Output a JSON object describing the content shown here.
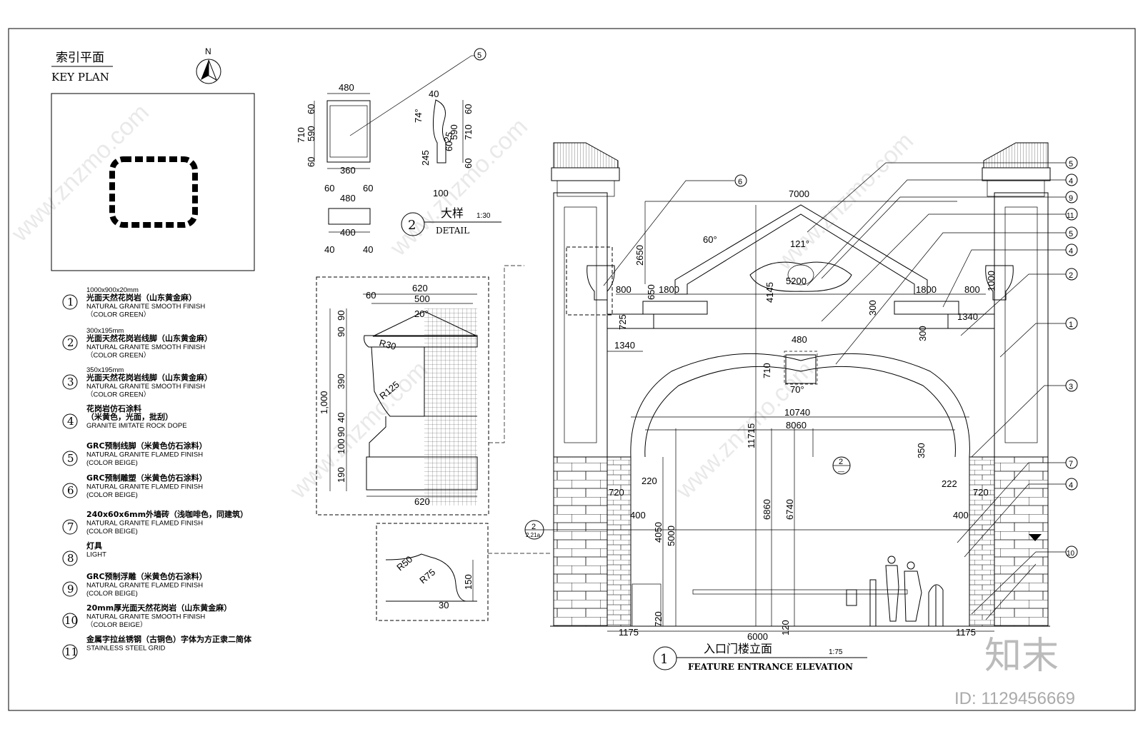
{
  "key_plan": {
    "title_cn": "索引平面",
    "title_en": "KEY PLAN",
    "north": "N"
  },
  "legend": [
    {
      "num": "1",
      "l1": "1000x900x20mm",
      "l2": "光面天然花岗岩（山东黄金麻）",
      "l3": "NATURAL GRANITE SMOOTH FINISH",
      "l4": "（COLOR GREEN）"
    },
    {
      "num": "2",
      "l1": "300x195mm",
      "l2": "光面天然花岗岩线脚（山东黄金麻）",
      "l3": "NATURAL GRANITE SMOOTH FINISH",
      "l4": "（COLOR GREEN）"
    },
    {
      "num": "3",
      "l1": "350x195mm",
      "l2": "光面天然花岗岩线脚（山东黄金麻）",
      "l3": "NATURAL GRANITE SMOOTH FINISH",
      "l4": "（COLOR GREEN）"
    },
    {
      "num": "4",
      "l1": "花岗岩仿石涂料",
      "l2": "（米黄色，光面，批刮）",
      "l3": "GRANITE IMITATE ROCK DOPE",
      "l4": ""
    },
    {
      "num": "5",
      "l1": "GRC预制线脚（米黄色仿石涂料）",
      "l2": "NATURAL GRANITE FLAMED FINISH",
      "l3": "(COLOR BEIGE)",
      "l4": ""
    },
    {
      "num": "6",
      "l1": "GRC预制雕塑（米黄色仿石涂料）",
      "l2": "NATURAL GRANITE FLAMED FINISH",
      "l3": "(COLOR BEIGE)",
      "l4": ""
    },
    {
      "num": "7",
      "l1": "240x60x6mm外墙砖（浅咖啡色，同建筑）",
      "l2": "NATURAL GRANITE FLAMED FINISH",
      "l3": "(COLOR BEIGE)",
      "l4": ""
    },
    {
      "num": "8",
      "l1": "灯具",
      "l2": "LIGHT",
      "l3": "",
      "l4": ""
    },
    {
      "num": "9",
      "l1": "GRC预制浮雕（米黄色仿石涂料）",
      "l2": "NATURAL GRANITE FLAMED FINISH",
      "l3": "(COLOR BEIGE)",
      "l4": ""
    },
    {
      "num": "10",
      "l1": "20mm厚光面天然花岗岩（山东黄金麻）",
      "l2": "NATURAL GRANITE SMOOTH FINISH",
      "l3": "（COLOR BEIGE）",
      "l4": ""
    },
    {
      "num": "11",
      "l1": "金属字拉丝锈钢（古铜色）字体为方正隶二简体",
      "l2": "STAINLESS STEEL GRID",
      "l3": "",
      "l4": ""
    }
  ],
  "detail_2": {
    "num": "2",
    "title_cn": "大样",
    "title_en": "DETAIL",
    "scale": "1:30"
  },
  "elevation": {
    "num": "1",
    "title_cn": "入口门楼立面",
    "title_en": "FEATURE ENTRANCE ELEVATION",
    "scale": "1:75"
  },
  "section_mark": {
    "num": "2",
    "sub": "—"
  },
  "side_mark": {
    "num": "2",
    "sub": "2.21a"
  },
  "dims": {
    "d480a": "480",
    "d710a": "710",
    "d60a": "60",
    "d590a": "590",
    "d60b": "60",
    "d360": "360",
    "d60c": "60",
    "d60d": "60",
    "d480b": "480",
    "d400": "400",
    "d40a": "40",
    "d40b": "40",
    "p40": "40",
    "p74": "74°",
    "p245": "245",
    "p25": "25",
    "p60a": "60",
    "p60b": "60",
    "p590": "590",
    "p710": "710",
    "p60c": "60",
    "p100": "100",
    "u620a": "620",
    "u60": "60",
    "u500": "500",
    "u90a": "90",
    "u90b": "90",
    "u20": "20°",
    "uR30": "R30",
    "u1000": "1,000",
    "u390": "390",
    "uR125": "R125",
    "u40": "40",
    "u90c": "90",
    "u100": "100",
    "u190": "190",
    "u620b": "620",
    "rR50": "R50",
    "rR75": "R75",
    "r150": "150",
    "r30": "30",
    "e7000": "7000",
    "e2650": "2650",
    "e60": "60°",
    "e121": "121°",
    "e800a": "800",
    "e650": "650",
    "e1800a": "1800",
    "e5200": "5200",
    "e4145": "4145",
    "e1800b": "1800",
    "e800b": "800",
    "e1000": "1000",
    "e725": "725",
    "e300a": "300",
    "e1340a": "1340",
    "e1340b": "1340",
    "e300b": "300",
    "e480": "480",
    "e710": "710",
    "e70": "70°",
    "e10740": "10740",
    "e8060": "8060",
    "e11715": "11715",
    "e350": "350",
    "e220": "220",
    "e222": "222",
    "e720a": "720",
    "e720b": "720",
    "e400a": "400",
    "e400b": "400",
    "e4050": "4050",
    "e5000": "5000",
    "e6860": "6860",
    "e6740": "6740",
    "e720c": "720",
    "e120": "120",
    "e1175a": "1175",
    "e6000": "6000",
    "e1175b": "1175"
  },
  "callouts": {
    "c5a": "5",
    "c6": "6",
    "c5b": "5",
    "c4a": "4",
    "c9": "9",
    "c11": "11",
    "c5c": "5",
    "c4b": "4",
    "c2": "2",
    "c1": "1",
    "c3": "3",
    "c7": "7",
    "c4c": "4",
    "c10": "10"
  },
  "watermark": {
    "brand": "知末",
    "id": "ID: 1129456669",
    "site": "www.znzmo.com"
  }
}
